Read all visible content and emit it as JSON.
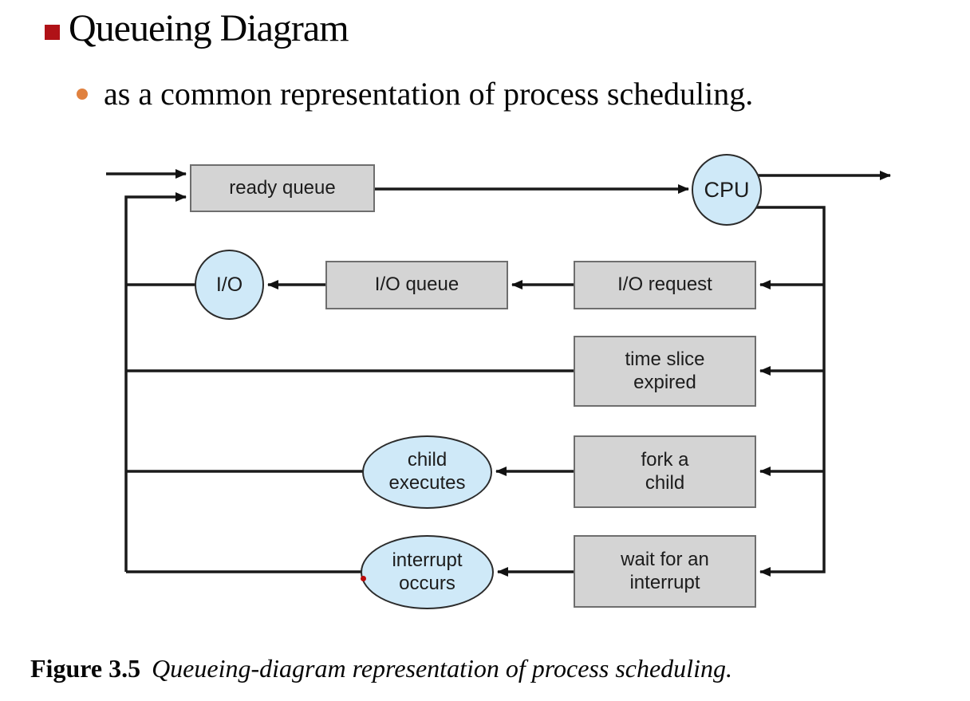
{
  "slide": {
    "title": "Queueing Diagram",
    "subtitle": "as a common representation of process scheduling."
  },
  "figure_caption": {
    "number": "Figure 3.5",
    "text": "Queueing-diagram representation of process scheduling."
  },
  "diagram": {
    "nodes": {
      "ready_queue": {
        "label": "ready queue",
        "shape": "rect"
      },
      "cpu": {
        "label": "CPU",
        "shape": "circle"
      },
      "io": {
        "label": "I/O",
        "shape": "circle"
      },
      "io_queue": {
        "label": "I/O queue",
        "shape": "rect"
      },
      "io_request": {
        "label": "I/O request",
        "shape": "rect"
      },
      "time_slice_expired": {
        "label": "time slice\nexpired",
        "shape": "rect"
      },
      "fork_a_child": {
        "label": "fork a\nchild",
        "shape": "rect"
      },
      "child_executes": {
        "label": "child\nexecutes",
        "shape": "ellipse"
      },
      "wait_for_interrupt": {
        "label": "wait for an\ninterrupt",
        "shape": "rect"
      },
      "interrupt_occurs": {
        "label": "interrupt\noccurs",
        "shape": "ellipse"
      }
    },
    "edges": [
      {
        "from": "entry",
        "to": "ready_queue"
      },
      {
        "from": "ready_queue",
        "to": "cpu"
      },
      {
        "from": "cpu",
        "to": "exit"
      },
      {
        "from": "cpu",
        "to": "io_request"
      },
      {
        "from": "io_request",
        "to": "io_queue"
      },
      {
        "from": "io_queue",
        "to": "io"
      },
      {
        "from": "io",
        "to": "ready_queue"
      },
      {
        "from": "cpu",
        "to": "time_slice_expired"
      },
      {
        "from": "time_slice_expired",
        "to": "ready_queue"
      },
      {
        "from": "cpu",
        "to": "fork_a_child"
      },
      {
        "from": "fork_a_child",
        "to": "child_executes"
      },
      {
        "from": "child_executes",
        "to": "ready_queue"
      },
      {
        "from": "cpu",
        "to": "wait_for_interrupt"
      },
      {
        "from": "wait_for_interrupt",
        "to": "interrupt_occurs"
      },
      {
        "from": "interrupt_occurs",
        "to": "ready_queue"
      }
    ],
    "colors": {
      "box_fill": "#d4d4d4",
      "box_border": "#6e6e6e",
      "bubble_fill": "#cfe9f8",
      "bubble_border": "#2b2b2b",
      "line": "#1a1a1a",
      "title_bullet": "#b01217",
      "subtitle_bullet": "#e0813f",
      "pointer_dot": "#bb0a0a"
    }
  }
}
